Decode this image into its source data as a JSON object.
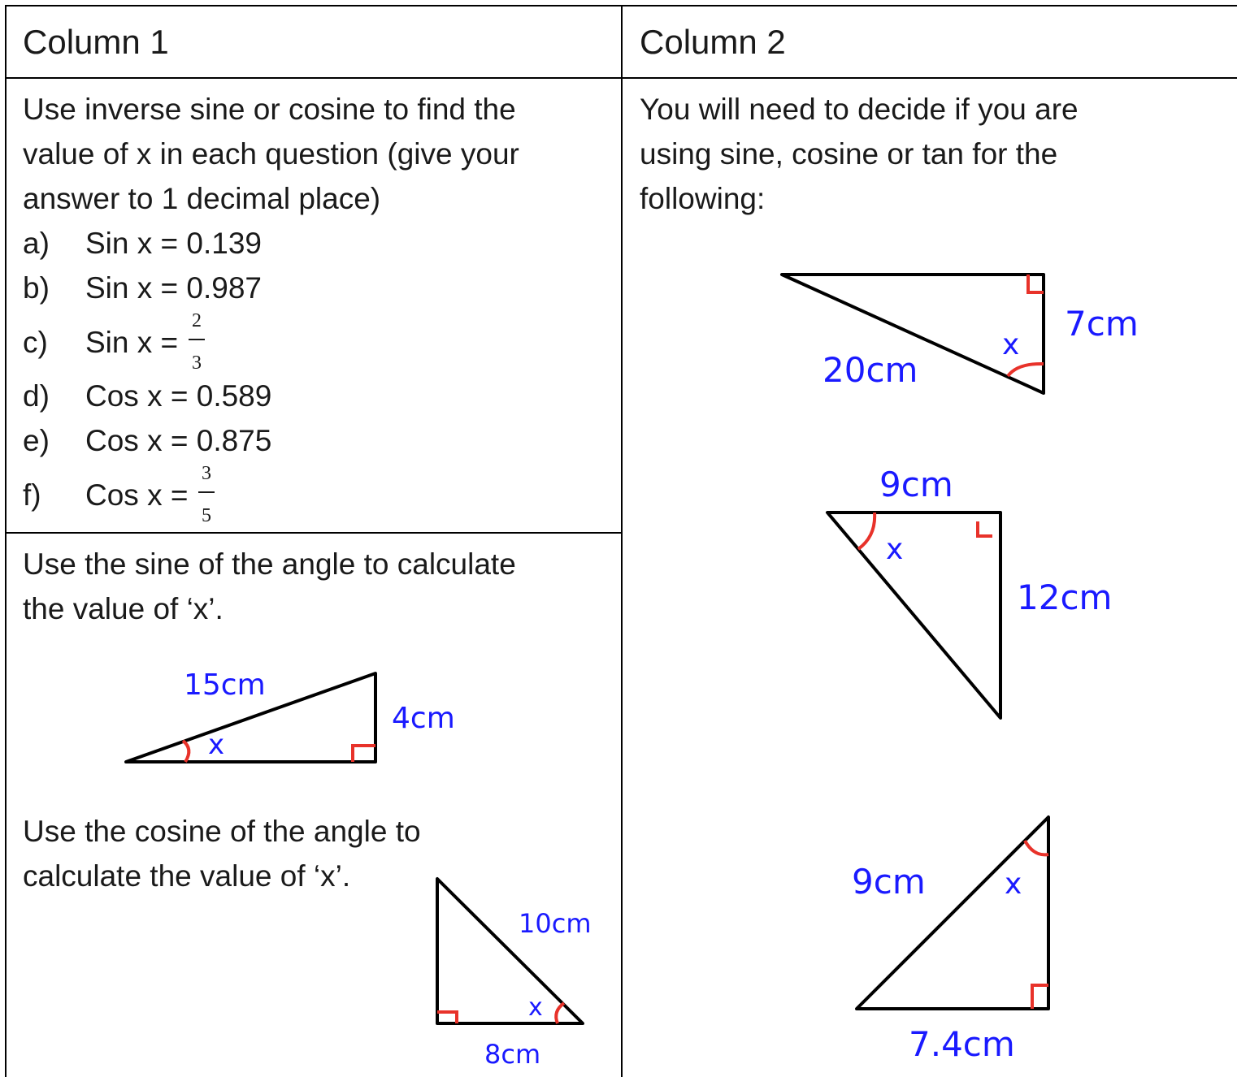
{
  "table": {
    "col1_header": "Column 1",
    "col2_header": "Column 2",
    "col1_top": {
      "lines": [
        "Use inverse sine or cosine to find the",
        "value of x in each question (give your",
        "answer to 1 decimal place)"
      ],
      "items": [
        {
          "letter": "a)",
          "expr": "Sin x = 0.139"
        },
        {
          "letter": "b)",
          "expr": "Sin x = 0.987"
        },
        {
          "letter": "c)",
          "expr": "Sin x = ",
          "num": "2",
          "den": "3"
        },
        {
          "letter": "d)",
          "expr": "Cos x = 0.589"
        },
        {
          "letter": "e)",
          "expr": "Cos x = 0.875"
        },
        {
          "letter": "f)",
          "expr": "Cos x = ",
          "num": "3",
          "den": "5"
        }
      ]
    },
    "col1_bottom": {
      "sine_lines": [
        "Use the sine of the angle to calculate",
        "the value of ‘x’."
      ],
      "sine_triangle": {
        "hyp": "15cm",
        "opp": "4cm",
        "angle": "x"
      },
      "cos_lines": [
        "Use the cosine of the angle to",
        "calculate the value of ‘x’."
      ],
      "cos_triangle": {
        "hyp": "10cm",
        "adj": "8cm",
        "angle": "x"
      }
    },
    "col2": {
      "lines": [
        "You will need to decide if you are",
        "using sine, cosine or tan for the",
        "following:"
      ],
      "tri1": {
        "hyp": "20cm",
        "side": "7cm",
        "angle": "x"
      },
      "tri2": {
        "top": "9cm",
        "side": "12cm",
        "angle": "x"
      },
      "tri3": {
        "hyp": "9cm",
        "base": "7.4cm",
        "angle": "x"
      }
    }
  },
  "colors": {
    "line": "#000000",
    "label": "#1a1aff",
    "angle": "#e8322a",
    "text": "#1a1a1a"
  }
}
